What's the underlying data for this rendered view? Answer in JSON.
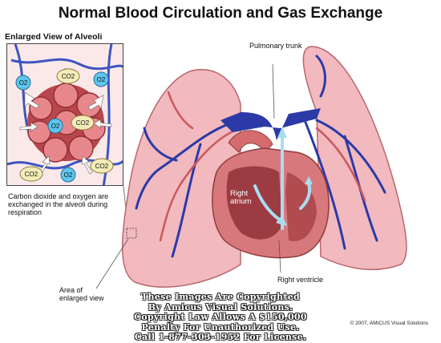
{
  "title": "Normal Blood Circulation and Gas Exchange",
  "inset": {
    "title": "Enlarged View of Alveoli",
    "o2": "O2",
    "co2": "CO2",
    "caption": "Carbon dioxide and oxygen are exchanged in the alveoli during respiration"
  },
  "labels": {
    "pulmonary_trunk": "Pulmonary trunk",
    "right_atrium": "Right atrium",
    "right_ventricle": "Right ventricle",
    "area_enlarged": "Area of enlarged view"
  },
  "copyright_lines": [
    "These Images Are Copyrighted",
    "By Amicus Visual Solutions.",
    "Copyright Law Allows A $150,000",
    "Penalty For Unauthorized Use.",
    "Call 1-877-303-1952 For License."
  ],
  "credit": "© 2007, AMICUS Visual Solutions",
  "colors": {
    "lung": "#f2b9be",
    "vein_blue": "#2b3aa6",
    "artery_red": "#c9585c",
    "flow_arrow": "#a9ddf0",
    "o2_bubble": "#5cc6ee",
    "co2_bubble": "#f4ecb8"
  }
}
